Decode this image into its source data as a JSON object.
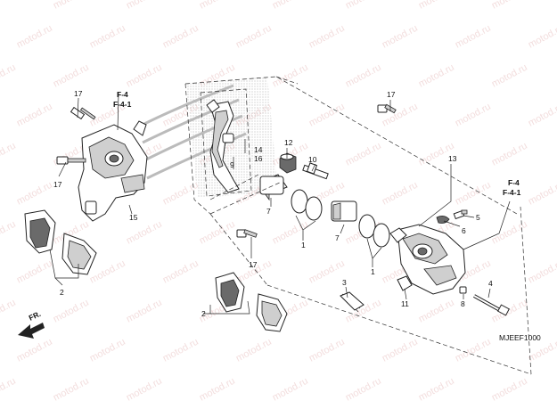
{
  "watermark": "motod.ru",
  "diagram_code": "MJEEF1000",
  "direction_arrow": "FR.",
  "callouts": {
    "c17a": "17",
    "c17b": "17",
    "c17c": "17",
    "c17d": "17",
    "c_f4_left": "F-4",
    "c_f41_left": "F-4-1",
    "c_f4_right": "F-4",
    "c_f41_right": "F-4-1",
    "c15": "15",
    "c2a": "2",
    "c2b": "2",
    "c9": "9",
    "c14": "14",
    "c16": "16",
    "c12": "12",
    "c10": "10",
    "c7a": "7",
    "c7b": "7",
    "c1a": "1",
    "c1b": "1",
    "c13": "13",
    "c5": "5",
    "c6": "6",
    "c3": "3",
    "c11": "11",
    "c8": "8",
    "c4": "4"
  },
  "colors": {
    "watermark": "#e9c3c3",
    "line": "#222222",
    "shade": "#cfcfcf"
  }
}
